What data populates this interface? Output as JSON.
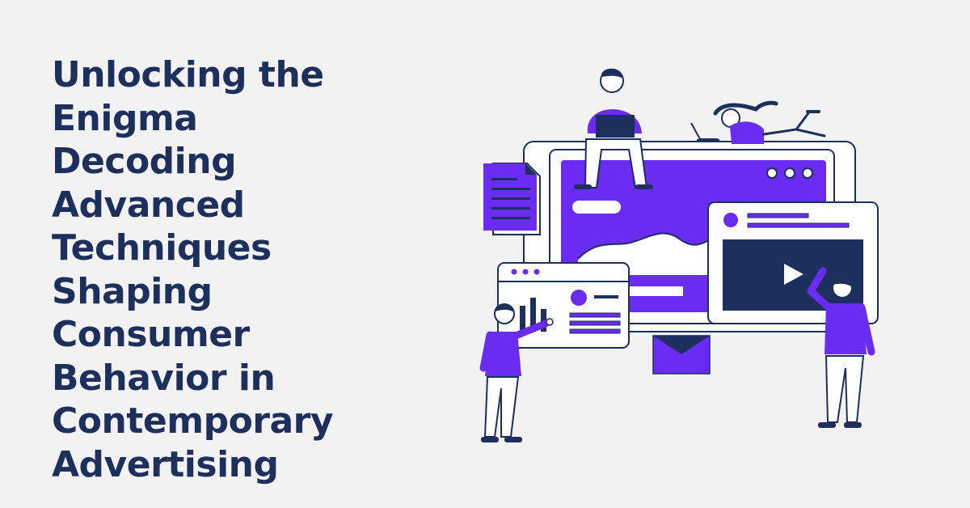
{
  "headline": {
    "lines": [
      "Unlocking the",
      "Enigma",
      "Decoding",
      "Advanced",
      "Techniques",
      "Shaping",
      "Consumer",
      "Behavior in",
      "Contemporary",
      "Advertising"
    ]
  },
  "colors": {
    "background": "#f2f2f3",
    "headline": "#1d2f5c",
    "accent_purple": "#6a2cf0",
    "navy": "#1d2f5c",
    "white": "#ffffff"
  },
  "illustration": {
    "icons": [
      "monitor-icon",
      "document-icon",
      "video-player-icon",
      "play-icon",
      "bar-chart-icon",
      "envelope-icon",
      "person-sitting-with-laptop",
      "person-lying-with-laptop",
      "person-pointing-left",
      "person-pointing-right"
    ]
  }
}
